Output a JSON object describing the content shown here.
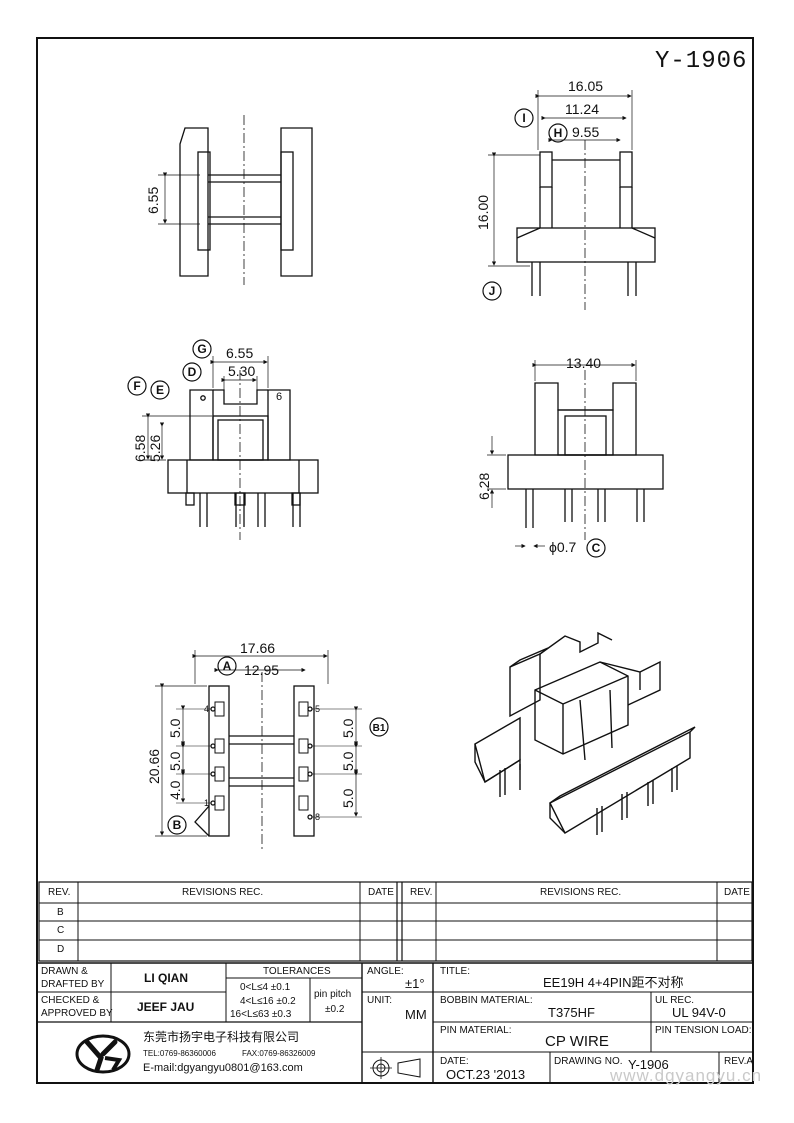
{
  "drawing": {
    "number": "Y-1906",
    "dimensions": {
      "top_width_outer": "16.05",
      "top_width_mid": "11.24",
      "top_width_inner": "9.55",
      "side_height": "6.55",
      "front_height": "16.00",
      "mid_width_a": "6.55",
      "mid_width_b": "5.30",
      "mid_height_a": "6.58",
      "mid_height_b": "5.26",
      "mid_right_width": "13.40",
      "mid_right_height": "6.28",
      "pin_dia": "ϕ0.7",
      "bottom_width_outer": "17.66",
      "bottom_width_inner": "12.95",
      "bottom_height": "20.66",
      "pitch": "5.0",
      "pitch_last": "4.0"
    },
    "callouts": [
      "I",
      "H",
      "J",
      "G",
      "D",
      "F",
      "E",
      "C",
      "A",
      "B",
      "B1"
    ],
    "pin_numbers": [
      "4",
      "1",
      "5",
      "8"
    ],
    "slot_mark": "6"
  },
  "revisions": {
    "headers": {
      "rev": "REV.",
      "rec": "REVISIONS   REC.",
      "date": "DATE"
    },
    "rows": [
      "B",
      "C",
      "D"
    ]
  },
  "title_block": {
    "drawn_label_1": "DRAWN  &",
    "drawn_label_2": "DRAFTED  BY",
    "drawn_name": "LI QIAN",
    "checked_label_1": "CHECKED  &",
    "checked_label_2": "APPROVED  BY",
    "checked_name": "JEEF JAU",
    "tolerances_label": "TOLERANCES",
    "tol_1": "0<L≤4    ±0.1",
    "tol_2": "4<L≤16  ±0.2",
    "tol_3": "16<L≤63  ±0.3",
    "pin_pitch_label": "pin pitch",
    "pin_pitch_value": "±0.2",
    "angle_label": "ANGLE:",
    "angle_value": "±1°",
    "unit_label": "UNIT:",
    "unit_value": "MM",
    "title_label": "TITLE:",
    "title_value": "EE19H 4+4PIN距不对称",
    "bobbin_label": "BOBBIN MATERIAL:",
    "bobbin_value": "T375HF",
    "ul_label": "UL REC.",
    "ul_value": "UL 94V-0",
    "pin_material_label": "PIN MATERIAL:",
    "pin_material_value": "CP WIRE",
    "pin_tension_label": "PIN TENSION LOAD:",
    "date_label": "DATE:",
    "date_value": "OCT.23 '2013",
    "drawing_no_label": "DRAWING NO.",
    "drawing_no_value": "Y-1906",
    "rev_label": "REV.A",
    "company": "东莞市扬宇电子科技有限公司",
    "tel": "TEL:0769-86360006",
    "fax": "FAX:0769-86326009",
    "email": "E-mail:dgyangyu0801@163.com",
    "watermark": "www.dgyangyu.cn"
  }
}
